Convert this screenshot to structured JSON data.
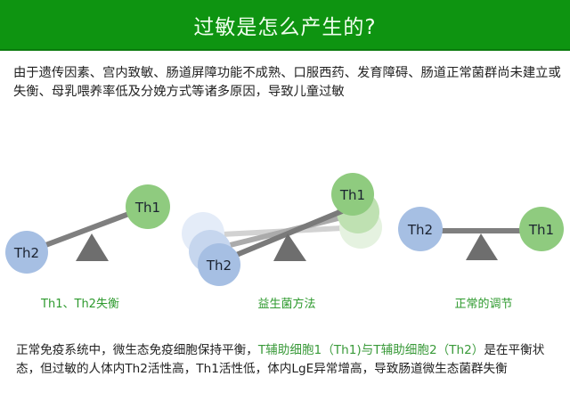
{
  "header": {
    "title": "过敏是怎么产生的?"
  },
  "intro": {
    "text": "由于遗传因素、宫内致敏、肠道屏障功能不成熟、口服西药、发育障碍、肠道正常菌群尚未建立或失衡、母乳喂养率低及分娩方式等诸多原因，导致儿童过敏"
  },
  "diagram": {
    "scenes": [
      {
        "label": "Th1、Th2失衡",
        "left_circle": "Th2",
        "right_circle": "Th1"
      },
      {
        "label": "益生菌方法",
        "left_circle": "Th2",
        "right_circle": "Th1"
      },
      {
        "label": "正常的调节",
        "left_circle": "Th2",
        "right_circle": "Th1"
      }
    ],
    "colors": {
      "th1": "#8fcb7f",
      "th2": "#a6bfe3",
      "lever": "#7f7f7f",
      "fulcrum": "#6e6e6e",
      "label": "#2e9a2e"
    }
  },
  "footer": {
    "part1": "正常免疫系统中，微生态免疫细胞保持平衡，",
    "highlight1": "T辅助细胞1（Th1)与T辅助细胞2（Th2）",
    "part2": "是在平衡状态，但过敏的人体内Th2活性高，Th1活性低，体内LgE异常增高，导致肠道微生态菌群失衡"
  }
}
